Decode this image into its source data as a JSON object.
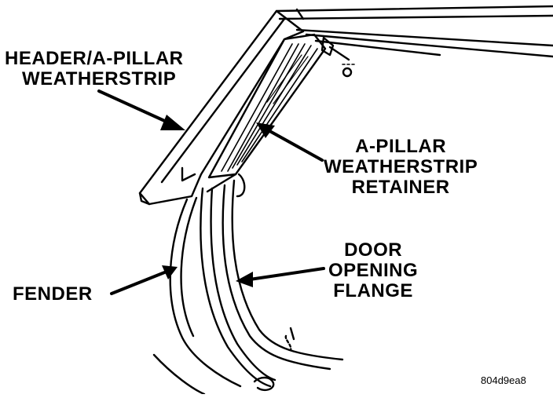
{
  "labels": {
    "header_weatherstrip": [
      "HEADER/A-PILLAR",
      "WEATHERSTRIP"
    ],
    "retainer": [
      "A-PILLAR",
      "WEATHERSTRIP",
      "RETAINER"
    ],
    "door_flange": [
      "DOOR",
      "OPENING",
      "FLANGE"
    ],
    "fender": "FENDER",
    "figure_code": "804d9ea8"
  },
  "colors": {
    "ink": "#000000",
    "paper": "#ffffff"
  }
}
